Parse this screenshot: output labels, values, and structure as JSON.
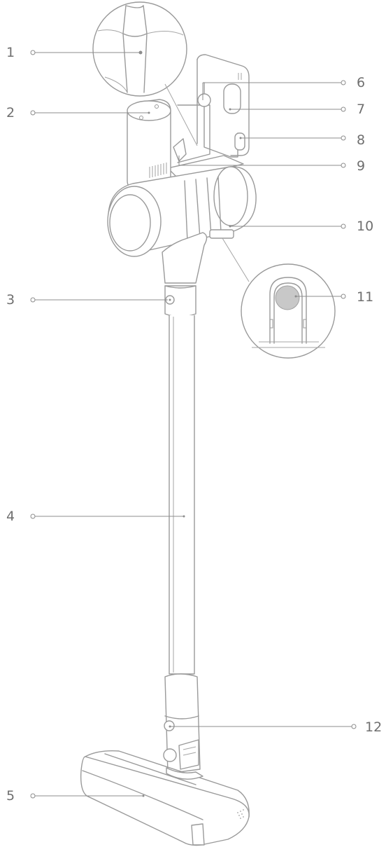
{
  "colors": {
    "line": "#9a9a9a",
    "label": "#6f6f6f",
    "highlight": "#c8c8c8",
    "background": "#ffffff"
  },
  "callouts": [
    {
      "id": "1",
      "label": "1"
    },
    {
      "id": "2",
      "label": "2"
    },
    {
      "id": "3",
      "label": "3"
    },
    {
      "id": "4",
      "label": "4"
    },
    {
      "id": "5",
      "label": "5"
    },
    {
      "id": "6",
      "label": "6"
    },
    {
      "id": "7",
      "label": "7"
    },
    {
      "id": "8",
      "label": "8"
    },
    {
      "id": "9",
      "label": "9"
    },
    {
      "id": "10",
      "label": "10"
    },
    {
      "id": "11",
      "label": "11"
    },
    {
      "id": "12",
      "label": "12"
    }
  ]
}
